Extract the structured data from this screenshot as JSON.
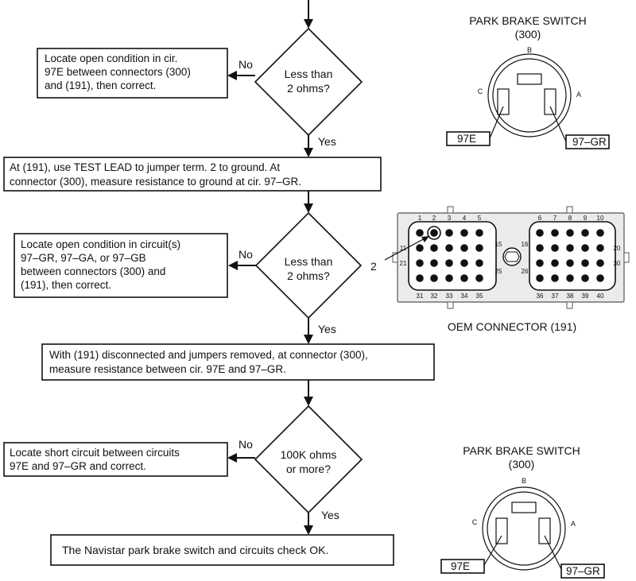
{
  "flow": {
    "step1": {
      "decision": [
        "Less than",
        "2 ohms?"
      ],
      "no_action": [
        "Locate open condition in cir.",
        "97E between connectors (300)",
        "and (191), then correct."
      ],
      "no_label": "No",
      "yes_label": "Yes"
    },
    "step2": {
      "action": [
        "At (191), use TEST LEAD to jumper term. 2 to ground. At",
        "connector (300), measure resistance to ground at cir. 97–GR."
      ],
      "decision": [
        "Less than",
        "2 ohms?"
      ],
      "no_action": [
        "Locate open condition in circuit(s)",
        "97–GR, 97–GA, or 97–GB",
        "between connectors (300) and",
        "(191), then correct."
      ],
      "no_label": "No",
      "yes_label": "Yes"
    },
    "step3": {
      "action": [
        "With (191) disconnected and jumpers removed, at connector (300),",
        "measure resistance between cir. 97E and 97–GR."
      ],
      "decision": [
        "100K ohms",
        "or more?"
      ],
      "no_action": [
        "Locate short circuit between circuits",
        "97E and 97–GR and correct."
      ],
      "no_label": "No",
      "yes_label": "Yes"
    },
    "final": "The Navistar park brake switch and circuits check OK."
  },
  "switch_top": {
    "title": "PARK BRAKE SWITCH",
    "number": "(300)",
    "pin_b": "B",
    "pin_c": "C",
    "pin_a": "A",
    "wire_left": "97E",
    "wire_right": "97–GR"
  },
  "switch_bottom": {
    "title": "PARK BRAKE SWITCH",
    "number": "(300)",
    "pin_b": "B",
    "pin_c": "C",
    "pin_a": "A",
    "wire_left": "97E",
    "wire_right": "97–GR"
  },
  "connector": {
    "caption": "OEM CONNECTOR (191)",
    "pointer_label": "2",
    "left_top_numbers": [
      "1",
      "2",
      "3",
      "4",
      "5"
    ],
    "right_top_numbers": [
      "6",
      "7",
      "8",
      "9",
      "10"
    ],
    "left_bottom_numbers": [
      "31",
      "32",
      "33",
      "34",
      "35"
    ],
    "right_bottom_numbers": [
      "36",
      "37",
      "38",
      "39",
      "40"
    ],
    "left_side_numbers": [
      "11",
      "21"
    ],
    "inner_left_numbers": [
      "15",
      "25"
    ],
    "inner_right_numbers": [
      "16",
      "26"
    ],
    "right_side_numbers": [
      "20",
      "30"
    ]
  }
}
